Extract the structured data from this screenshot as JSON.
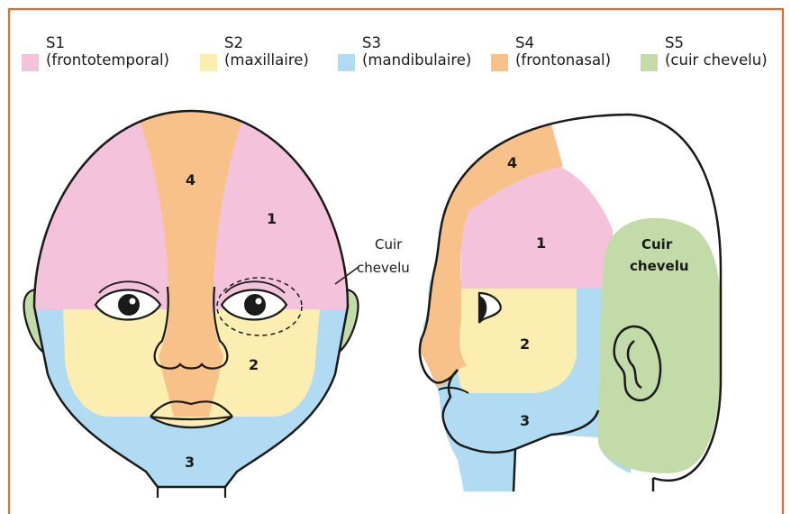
{
  "colors": {
    "border": "#e06c2e",
    "S1": "#f5c2dc",
    "S2": "#fcedb0",
    "S3": "#b0dbf3",
    "S4": "#f8c18a",
    "S5": "#c2dba9",
    "outline": "#1a1a1a"
  },
  "legend": [
    {
      "code": "S1",
      "name": "(frontotemporal)",
      "color_key": "S1"
    },
    {
      "code": "S2",
      "name": "(maxillaire)",
      "color_key": "S2"
    },
    {
      "code": "S3",
      "name": "(mandibulaire)",
      "color_key": "S3"
    },
    {
      "code": "S4",
      "name": "(frontonasal)",
      "color_key": "S4"
    },
    {
      "code": "S5",
      "name": "(cuir chevelu)",
      "color_key": "S5"
    }
  ],
  "front_view": {
    "region_labels": [
      "4",
      "1",
      "2",
      "3"
    ],
    "callout_line1": "Cuir",
    "callout_line2": "chevelu"
  },
  "side_view": {
    "region_labels": [
      "4",
      "1",
      "2",
      "3"
    ],
    "scalp_line1": "Cuir",
    "scalp_line2": "chevelu"
  }
}
